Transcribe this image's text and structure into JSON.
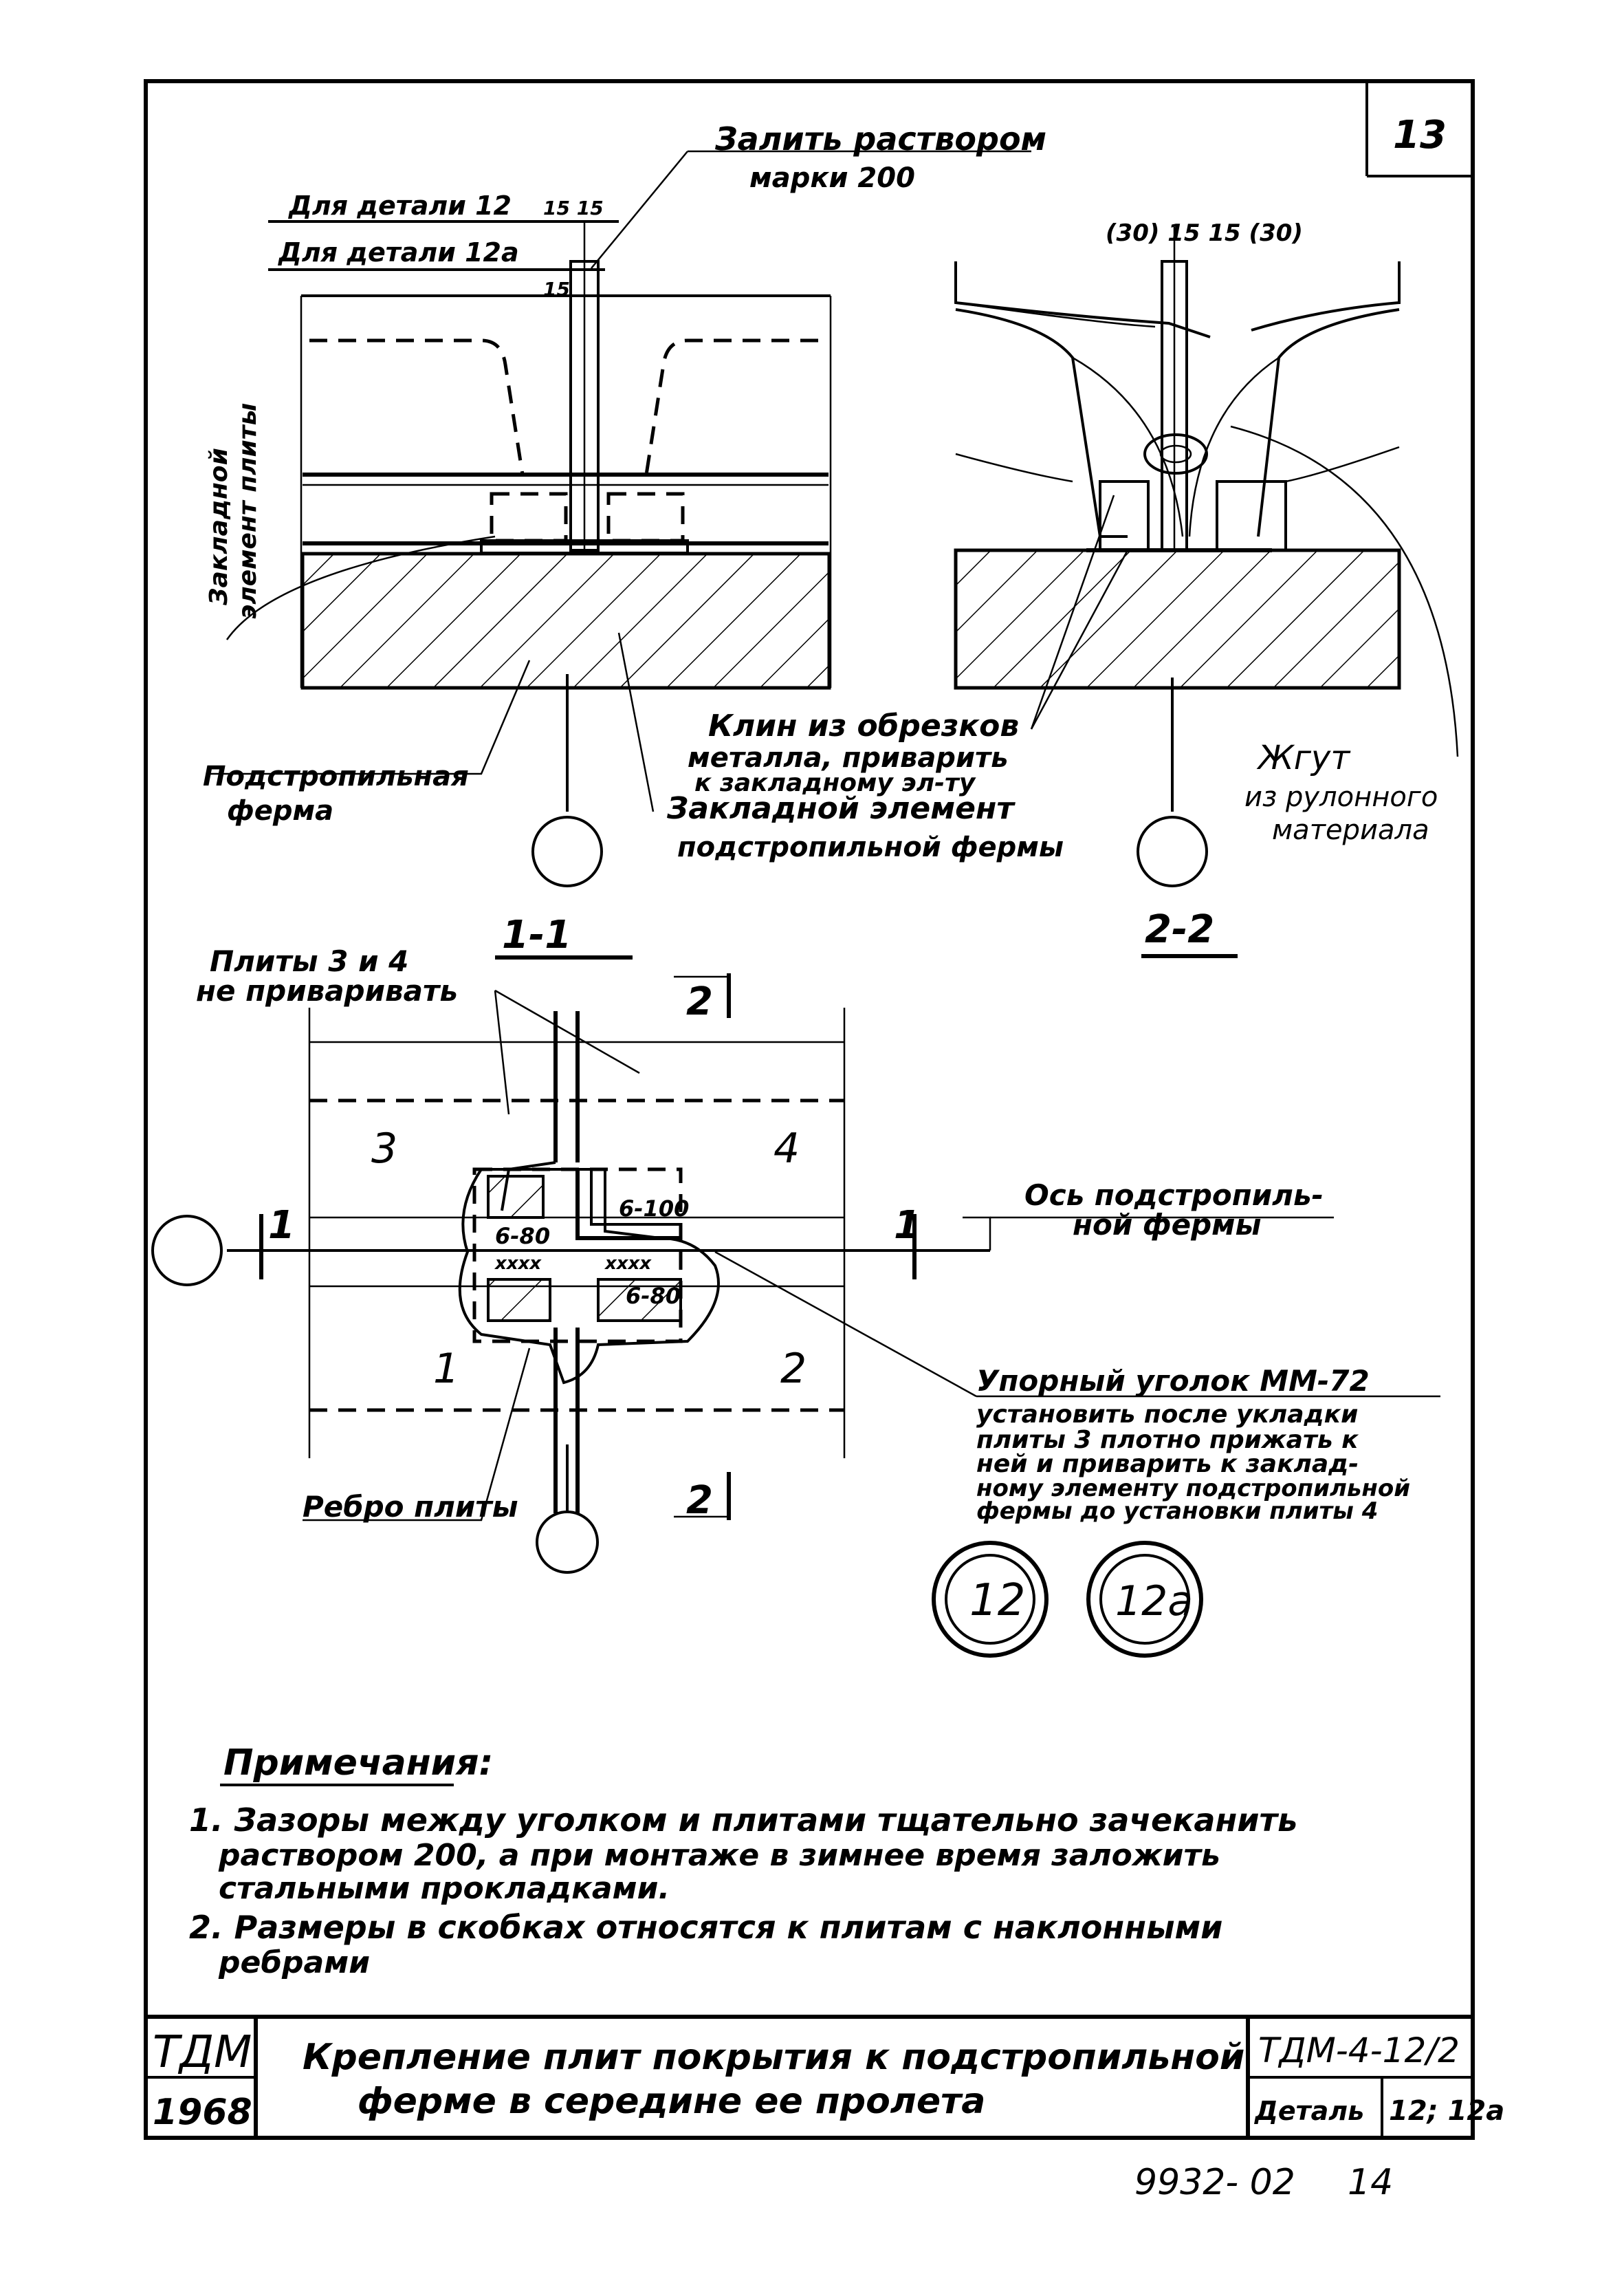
{
  "sheet": {
    "sheet_number": "13",
    "bottom_number": "9932- 02",
    "bottom_page": "14"
  },
  "section_1_1": {
    "label": "1-1",
    "callout_fill": "Залить раствором",
    "callout_fill_2": "марки 200",
    "dim_detail_12": "Для детали 12",
    "dim_detail_12_val": "15 15",
    "dim_detail_12a": "Для детали 12а",
    "dim_detail_12a_val": "15",
    "embedded_plate": "Закладной",
    "embedded_plate_2": "элемент плиты",
    "truss": "Подстропильная",
    "truss_2": "ферма",
    "embedded_truss": "Закладной элемент",
    "embedded_truss_2": "подстропильной фермы"
  },
  "section_2_2": {
    "label": "2-2",
    "dims": "(30) 15 15 (30)",
    "wedge": "Клин из обрезков",
    "wedge_2": "металла, приварить",
    "wedge_3": "к закладному эл-ту",
    "cord": "Жгут",
    "cord_2": "из рулонного",
    "cord_3": "материала"
  },
  "plan": {
    "plates_note": "Плиты 3 и 4",
    "plates_note_2": "не приваривать",
    "plate_1": "1",
    "plate_2": "2",
    "plate_3": "3",
    "plate_4": "4",
    "cut_2_top": "2",
    "cut_2_bottom": "2",
    "cut_1_left": "1",
    "cut_1_right": "1",
    "weld_6_100": "6-100",
    "weld_6_80_a": "6-80",
    "weld_6_80_b": "6-80",
    "weld_marks_a": "xxxx",
    "weld_marks_b": "xxxx",
    "axis": "Ось подстропиль-",
    "axis_2": "ной фермы",
    "rib": "Ребро плиты",
    "angle_title": "Упорный уголок ММ-72",
    "angle_1": "установить после укладки",
    "angle_2": "плиты 3 плотно прижать к",
    "angle_3": "ней и приварить к заклад-",
    "angle_4": "ному элементу подстропильной",
    "angle_5": "фермы до установки плиты 4",
    "detail_12": "12",
    "detail_12a": "12а"
  },
  "notes": {
    "title": "Примечания:",
    "n1_line1": "1. Зазоры между уголком и плитами тщательно зачеканить",
    "n1_line2": "раствором 200, а при монтаже в зимнее время заложить",
    "n1_line3": "стальными прокладками.",
    "n2_line1": "2. Размеры в скобках относятся к плитам с наклонными",
    "n2_line2": "ребрами"
  },
  "title_block": {
    "org": "ТДМ",
    "year": "1968",
    "title_line1": "Крепление плит покрытия к подстропильной",
    "title_line2": "ферме в середине ее пролета",
    "doc_code": "ТДМ-4-12/2",
    "detail_label": "Деталь",
    "detail_value": "12; 12а"
  }
}
